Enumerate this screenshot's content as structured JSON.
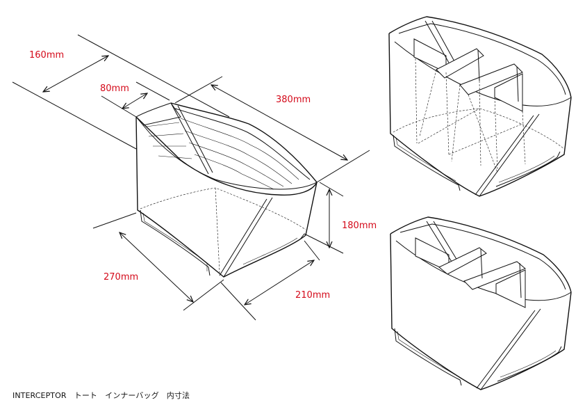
{
  "dimensions": {
    "outer_depth": "160mm",
    "divider_depth": "80mm",
    "top_width": "380mm",
    "height": "180mm",
    "bottom_width": "270mm",
    "bottom_depth": "210mm"
  },
  "caption": "INTERCEPTOR　トート　インナーバッグ　内寸法",
  "colors": {
    "dimension_text": "#d40a1a",
    "line": "#111111",
    "background": "#ffffff"
  }
}
